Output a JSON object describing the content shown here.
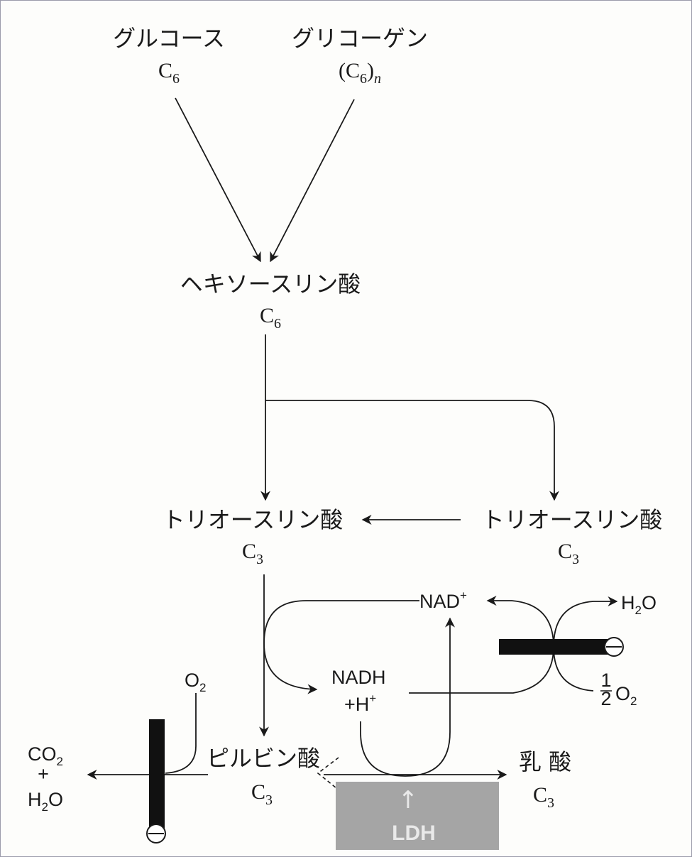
{
  "nodes": {
    "glucose": {
      "name": "グルコース",
      "formula": "C",
      "sub": "6"
    },
    "glycogen": {
      "name": "グリコーゲン",
      "formula_open": "(C",
      "sub": "6",
      "formula_close": ")",
      "suffix": "n"
    },
    "hexose_phosphate": {
      "name": "ヘキソースリン酸",
      "formula": "C",
      "sub": "6"
    },
    "triose_phosphate_left": {
      "name": "トリオースリン酸",
      "formula": "C",
      "sub": "3"
    },
    "triose_phosphate_right": {
      "name": "トリオースリン酸",
      "formula": "C",
      "sub": "3"
    },
    "pyruvate": {
      "name": "ピルビン酸",
      "formula": "C",
      "sub": "3"
    },
    "lactate": {
      "name": "乳 酸",
      "formula": "C",
      "sub": "3"
    }
  },
  "cofactors": {
    "nad": {
      "text": "NAD",
      "sup": "+"
    },
    "nadh": {
      "line1": "NADH",
      "line2": "+H",
      "sup": "+"
    },
    "water_right": {
      "text": "H",
      "sub": "2",
      "tail": "O"
    },
    "half_o2": {
      "num": "1",
      "den": "2",
      "text": "O",
      "sub": "2"
    },
    "o2_left": {
      "text": "O",
      "sub": "2"
    },
    "co2_out": {
      "line1": "CO",
      "sub1": "2",
      "plus": "+",
      "line2": "H",
      "sub2": "2",
      "tail2": "O"
    }
  },
  "enzyme_label": {
    "arrow": "↑",
    "text": "LDH"
  }
}
